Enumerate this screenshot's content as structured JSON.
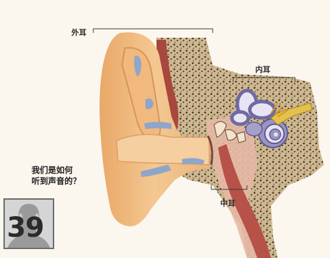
{
  "labels": {
    "outer_ear": "外耳",
    "inner_ear": "内耳",
    "middle_ear": "中耳"
  },
  "question": {
    "line1": "我们是如何",
    "line2": "听到声音的？"
  },
  "badge": {
    "number": "39"
  },
  "colors": {
    "skin": "#f0bd86",
    "skin_dark": "#d99a60",
    "canal_blue": "#8fa6c9",
    "bone": "#c9b48e",
    "bone_speck": "#5a4630",
    "blood": "#a8473d",
    "cochlea": "#8c86b6",
    "nerve": "#d9b33a"
  }
}
